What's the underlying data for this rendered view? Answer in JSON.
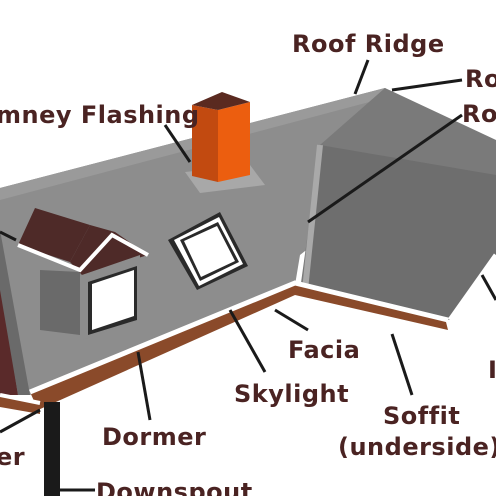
{
  "diagram": {
    "labels": {
      "roof_ridge": "Roof Ridge",
      "chimney_flashing": "mney Flashing",
      "right_top_1": "Ro",
      "right_top_2": "Ro",
      "facia": "Facia",
      "skylight": "Skylight",
      "soffit": "Soffit",
      "soffit_note": "(underside)",
      "dormer": "Dormer",
      "left_bottom": "er",
      "downspout": "Downspout",
      "right_mid": "I"
    },
    "colors": {
      "label_text": "#4a2322",
      "roof_light": "#8b8b8b",
      "roof_mid": "#7d7d7d",
      "roof_dark": "#6a6a6a",
      "chimney_front": "#e85a0c",
      "chimney_side": "#c24a10",
      "chimney_top": "#5a2a20",
      "dormer_roof": "#4e2a28",
      "trim_brown": "#8a4a2a",
      "leader_line": "#1a1a1a"
    }
  }
}
